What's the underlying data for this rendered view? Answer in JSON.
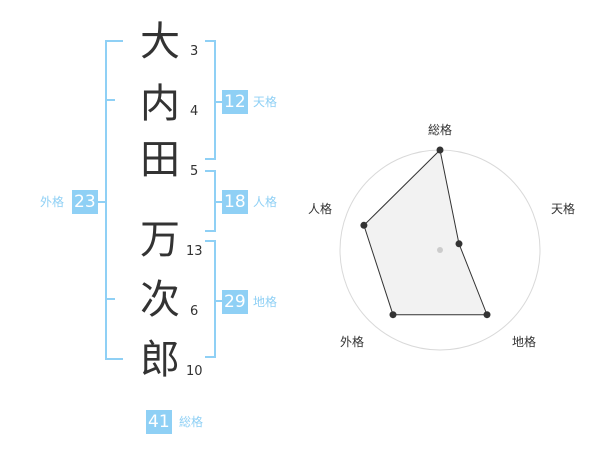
{
  "name": {
    "characters": [
      {
        "char": "大",
        "strokes": "3"
      },
      {
        "char": "内",
        "strokes": "4"
      },
      {
        "char": "田",
        "strokes": "5"
      },
      {
        "char": "万",
        "strokes": "13"
      },
      {
        "char": "次",
        "strokes": "6"
      },
      {
        "char": "郎",
        "strokes": "10"
      }
    ]
  },
  "fortunes": {
    "tenkaku": {
      "value": "12",
      "label": "天格"
    },
    "jinkaku": {
      "value": "18",
      "label": "人格"
    },
    "chikaku": {
      "value": "29",
      "label": "地格"
    },
    "gaikaku": {
      "value": "23",
      "label": "外格"
    },
    "soukaku": {
      "value": "41",
      "label": "総格"
    }
  },
  "colors": {
    "accent": "#8fd0f5",
    "text": "#333333",
    "radar_fill": "#f0f0f0",
    "radar_grid": "#d9d9d9"
  },
  "chart_data": {
    "type": "radar",
    "axes": [
      "総格",
      "天格",
      "地格",
      "外格",
      "人格"
    ],
    "values": [
      5,
      1,
      4,
      4,
      4
    ],
    "range": [
      0,
      5
    ],
    "grid_rings": 4
  }
}
